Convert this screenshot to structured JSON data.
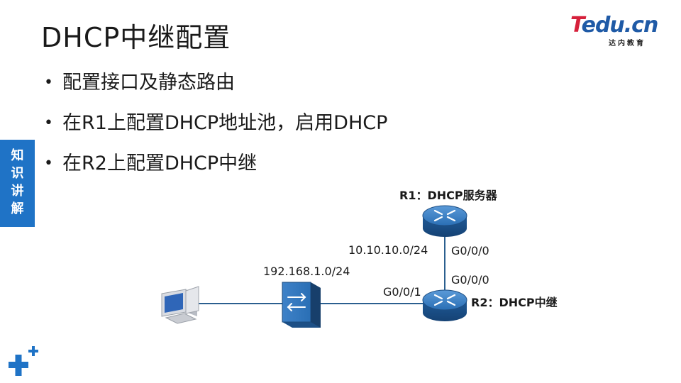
{
  "title": "DHCP中继配置",
  "logo": {
    "main_t": "T",
    "main_rest": "edu.cn",
    "sub": "达内教育"
  },
  "bullets": [
    "配置接口及静态路由",
    "在R1上配置DHCP地址池，启用DHCP",
    "在R2上配置DHCP中继"
  ],
  "side_tab": [
    "知",
    "识",
    "讲",
    "解"
  ],
  "diagram": {
    "r1_label": "R1：DHCP服务器",
    "r2_label": "R2：DHCP中继",
    "net_upper": "10.10.10.0/24",
    "net_lower": "192.168.1.0/24",
    "r1_port": "G0/0/0",
    "r2_port_up": "G0/0/0",
    "r2_port_left": "G0/0/1"
  },
  "colors": {
    "brand_red": "#d6203b",
    "brand_blue": "#1f5aa6",
    "tab_blue": "#1f73c6",
    "router_blue": "#2a6fb5"
  }
}
